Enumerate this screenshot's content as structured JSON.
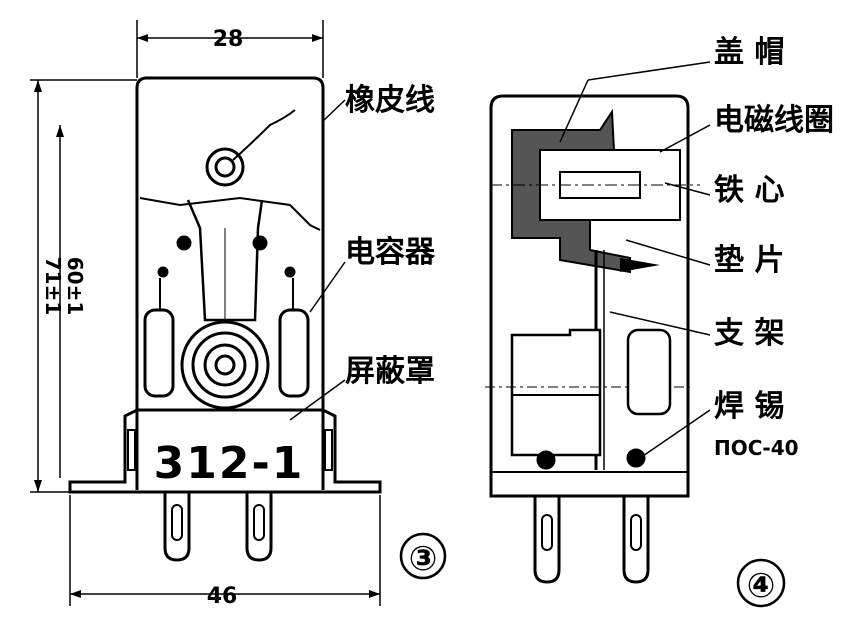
{
  "figure3": {
    "dimension_top": "28",
    "dimension_bottom": "46",
    "dimension_height_outer": "71±1",
    "dimension_height_inner": "60±1",
    "body_marking": "312-1",
    "figure_number": "③",
    "labels": {
      "rubber_wire": "橡皮线",
      "capacitor": "电容器",
      "shield_cover": "屏蔽罩"
    }
  },
  "figure4": {
    "figure_number": "④",
    "labels": {
      "cap_nut": "盖 帽",
      "coil": "电磁线圈",
      "iron_core": "铁 心",
      "spacer": "垫 片",
      "bracket": "支 架",
      "solder": "焊 锡",
      "solder_spec": "ПОС-40"
    }
  }
}
